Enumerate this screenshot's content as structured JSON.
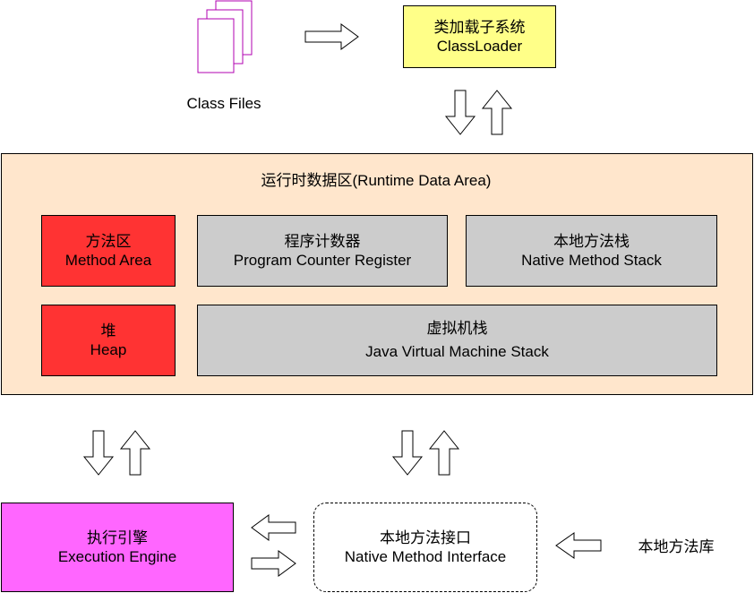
{
  "class_files": {
    "label": "Class Files"
  },
  "classloader": {
    "line1": "类加载子系统",
    "line2": "ClassLoader"
  },
  "runtime_area": {
    "title": "运行时数据区(Runtime Data Area)",
    "method_area": {
      "line1": "方法区",
      "line2": "Method Area"
    },
    "program_counter": {
      "line1": "程序计数器",
      "line2": "Program Counter Register"
    },
    "native_method_stack": {
      "line1": "本地方法栈",
      "line2": "Native Method Stack"
    },
    "heap": {
      "line1": "堆",
      "line2": "Heap"
    },
    "jvm_stack": {
      "line1": "虚拟机栈",
      "line2": "Java Virtual Machine Stack"
    }
  },
  "execution_engine": {
    "line1": "执行引擎",
    "line2": "Execution Engine"
  },
  "native_interface": {
    "line1": "本地方法接口",
    "line2": "Native Method Interface"
  },
  "native_library": {
    "label": "本地方法库"
  },
  "colors": {
    "classloader_fill": "#ffff88",
    "runtime_area_fill": "#ffe6cc",
    "red_fill": "#ff3333",
    "gray_fill": "#cccccc",
    "engine_fill": "#ff66ff",
    "file_stroke": "#b000b0"
  }
}
